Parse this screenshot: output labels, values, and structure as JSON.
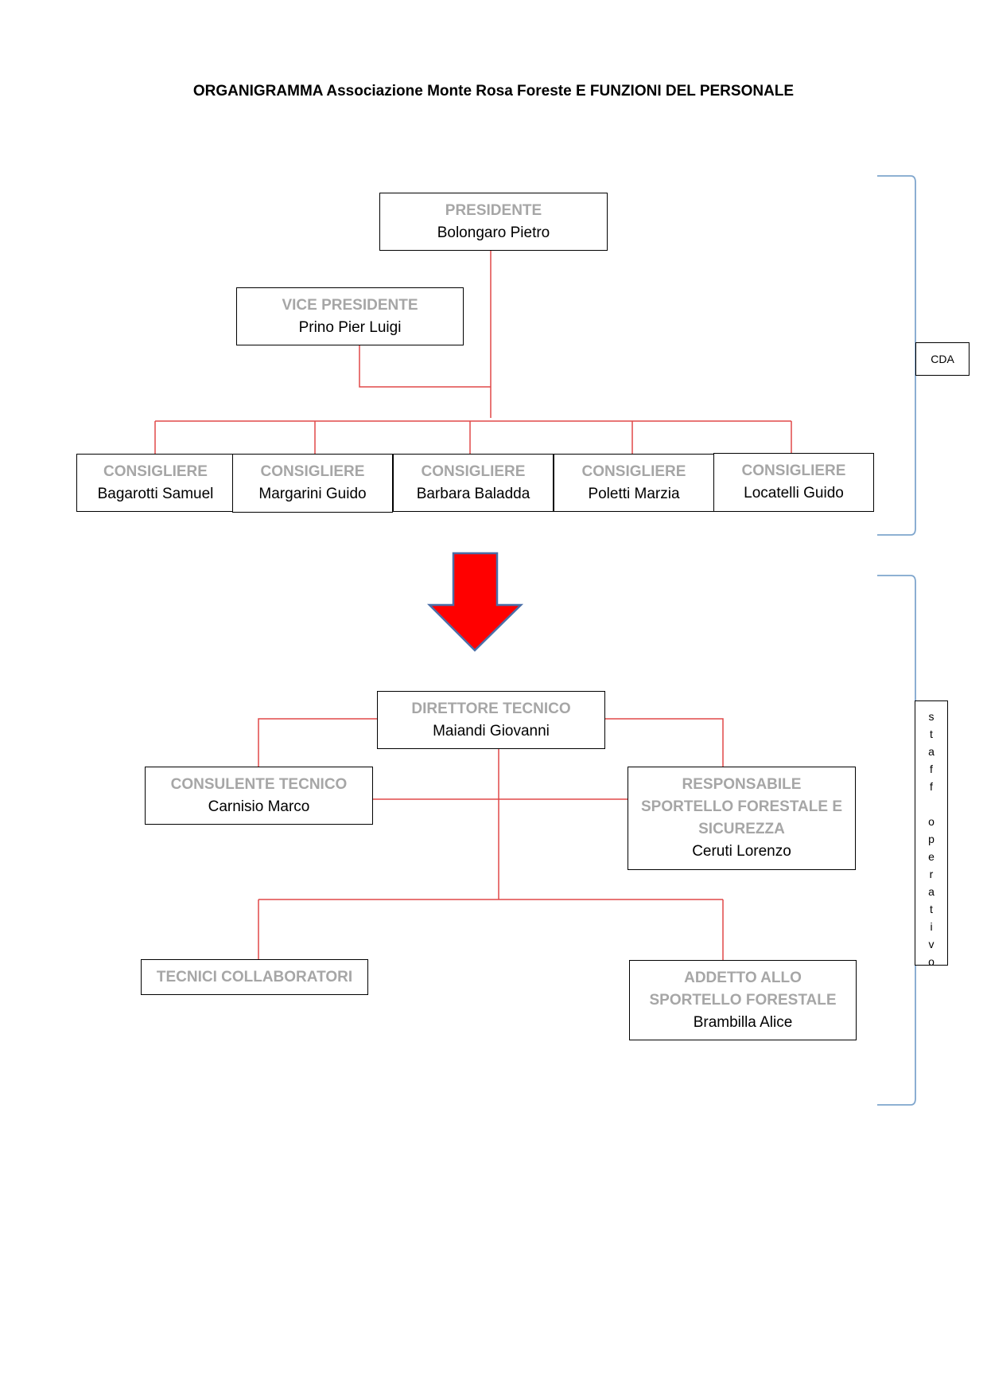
{
  "title": "ORGANIGRAMMA Associazione Monte Rosa Foreste E FUNZIONI DEL PERSONALE",
  "colors": {
    "connector": "#e04848",
    "bracket": "#7fa6cd",
    "arrow_fill": "#ff0000",
    "arrow_stroke": "#4a6fa8",
    "role_text": "#a6a6a6"
  },
  "cda_label": "CDA",
  "staff_label": "staff operativo",
  "board": {
    "presidente": {
      "role": "PRESIDENTE",
      "name": "Bolongaro Pietro"
    },
    "vice_presidente": {
      "role": "VICE PRESIDENTE",
      "name": "Prino Pier Luigi"
    },
    "consiglieri": [
      {
        "role": "CONSIGLIERE",
        "name": "Bagarotti Samuel"
      },
      {
        "role": "CONSIGLIERE",
        "name": "Margarini Guido"
      },
      {
        "role": "CONSIGLIERE",
        "name": "Barbara Baladda"
      },
      {
        "role": "CONSIGLIERE",
        "name": "Poletti Marzia"
      },
      {
        "role": "CONSIGLIERE",
        "name": "Locatelli Guido"
      }
    ]
  },
  "staff": {
    "direttore": {
      "role": "DIRETTORE TECNICO",
      "name": "Maiandi Giovanni"
    },
    "consulente": {
      "role": "CONSULENTE TECNICO",
      "name": "Carnisio Marco"
    },
    "responsabile": {
      "role": "RESPONSABILE SPORTELLO FORESTALE E SICUREZZA",
      "name": "Ceruti Lorenzo"
    },
    "tecnici": {
      "role": "TECNICI COLLABORATORI"
    },
    "addetto": {
      "role": "ADDETTO ALLO SPORTELLO FORESTALE",
      "name": "Brambilla Alice"
    }
  }
}
